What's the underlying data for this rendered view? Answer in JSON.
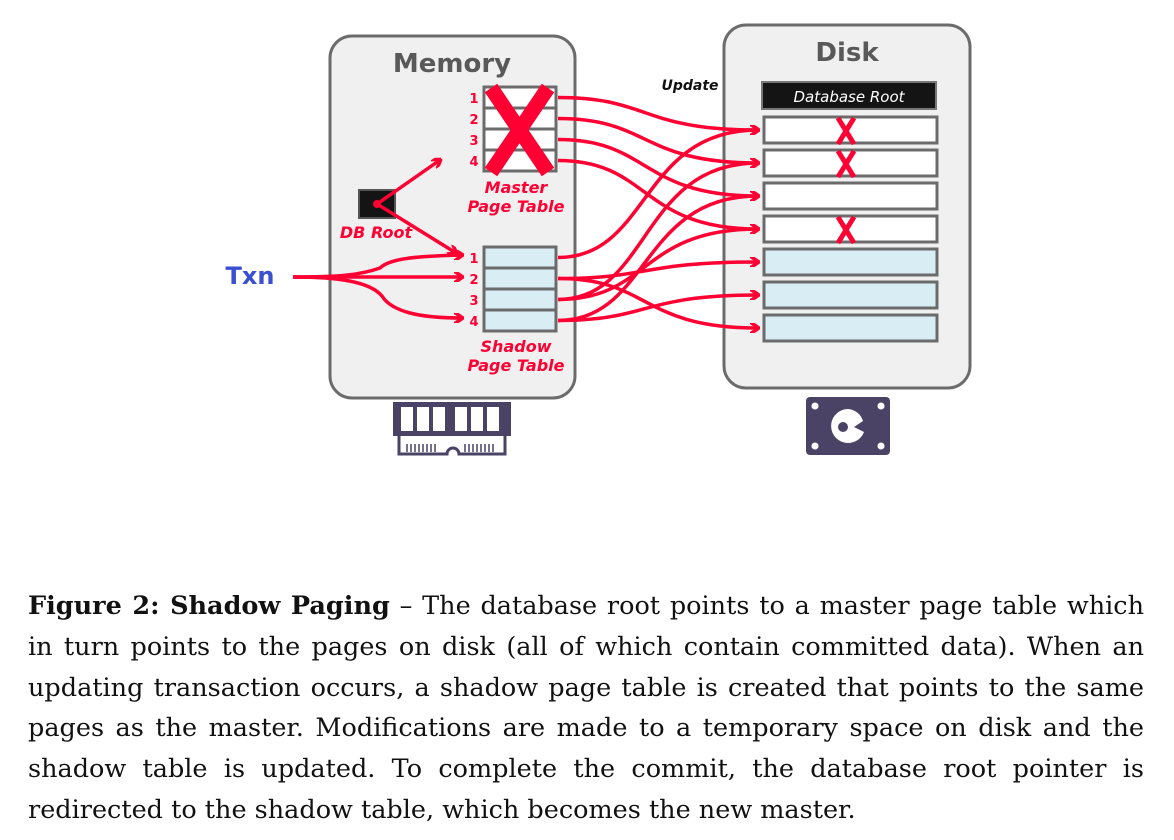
{
  "diagram": {
    "memory_title": "Memory",
    "disk_title": "Disk",
    "db_root_label": "DB Root",
    "txn_label": "Txn",
    "update_label": "Update",
    "database_root_label": "Database Root",
    "master_label_line1": "Master",
    "master_label_line2": "Page Table",
    "shadow_label_line1": "Shadow",
    "shadow_label_line2": "Page Table",
    "master_rows": [
      "1",
      "2",
      "3",
      "4"
    ],
    "shadow_rows": [
      "1",
      "2",
      "3",
      "4"
    ],
    "disk_pages": [
      {
        "kind": "committed",
        "crossed": true
      },
      {
        "kind": "committed",
        "crossed": true
      },
      {
        "kind": "committed",
        "crossed": false
      },
      {
        "kind": "committed",
        "crossed": true
      },
      {
        "kind": "shadow",
        "crossed": false
      },
      {
        "kind": "shadow",
        "crossed": false
      },
      {
        "kind": "shadow",
        "crossed": false
      }
    ],
    "master_table_crossed": true,
    "colors": {
      "arrow": "#ff0033",
      "txn": "#3a4fd1",
      "box_fill": "#f0f0f0",
      "box_stroke": "#6b6b6b",
      "shadow_fill": "#d9eef4",
      "icon": "#4a4366",
      "root_fill": "#141414"
    },
    "icons": {
      "memory": "ram-chip-icon",
      "disk": "hard-disk-icon"
    }
  },
  "caption": {
    "label": "Figure 2: Shadow Paging",
    "dash": " – ",
    "text": "The database root points to a master page table which in turn points to the pages on disk (all of which contain committed data).  When an updating transaction occurs, a shadow page table is created that points to the same pages as the master. Modifications are made to a temporary space on disk and the shadow table is updated.  To complete the commit, the database root pointer is redirected to the shadow table, which becomes the new master."
  }
}
